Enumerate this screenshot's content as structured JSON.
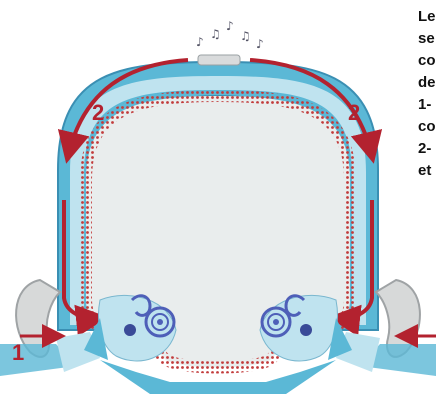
{
  "labels": {
    "top_left_number": "2",
    "top_right_number": "2",
    "bottom_left_number": "1"
  },
  "side_text_lines": [
    "Le",
    "se",
    "co",
    "de",
    "1-",
    "co",
    "2-",
    "et"
  ],
  "colors": {
    "arrow": "#b3222f",
    "skull_outer": "#5bb8d6",
    "skull_inner": "#bfe3ef",
    "cochlea": "#4e5fb8",
    "brain_fill": "#e9eded",
    "dots": "#c23b3b",
    "ear": "#d7d9d9"
  },
  "icons": [
    "music-notes-icon",
    "speaker-icon"
  ]
}
